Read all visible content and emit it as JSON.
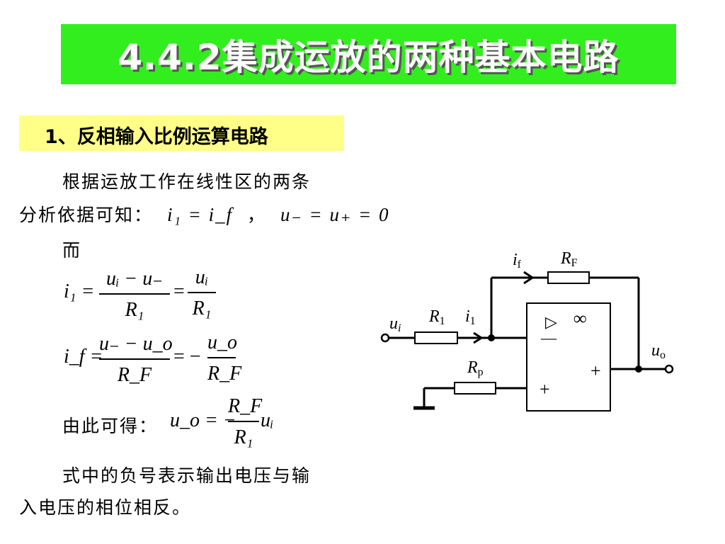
{
  "title": "4.4.2集成运放的两种基本电路",
  "section": "1、反相输入比例运算电路",
  "intro": {
    "line1": "根据运放工作在线性区的两条",
    "line2_prefix": "分析依据可知：",
    "eq_i1_if": "i₁ = i_f",
    "comma": "，",
    "eq_u_zero": "u₋ = u₊ = 0"
  },
  "er": "而",
  "equation1": {
    "lhs": "i₁ =",
    "num1": "uᵢ − u₋",
    "den1": "R₁",
    "eq": "=",
    "num2": "uᵢ",
    "den2": "R₁"
  },
  "equation2": {
    "lhs": "i_f =",
    "num1": "u₋ − u_o",
    "den1": "R_F",
    "eq": "= −",
    "num2": "u_o",
    "den2": "R_F"
  },
  "result": {
    "label": "由此可得：",
    "lhs": "u_o = −",
    "num": "R_F",
    "den": "R₁",
    "tail": "uᵢ"
  },
  "conclusion": {
    "line1": "式中的负号表示输出电压与输",
    "line2": "入电压的相位相反。"
  },
  "circuit": {
    "labels": {
      "i_f": "i",
      "i_f_sub": "f",
      "R_F": "R",
      "R_F_sub": "F",
      "u_i": "u",
      "u_i_sub": "i",
      "R_1": "R",
      "R_1_sub": "1",
      "i_1": "i",
      "i_1_sub": "1",
      "R_p": "R",
      "R_p_sub": "p",
      "u_o": "u",
      "u_o_sub": "o",
      "triangle": "▷",
      "infinity": "∞",
      "minus": "—",
      "plus_out": "+",
      "plus_in": "+"
    }
  }
}
